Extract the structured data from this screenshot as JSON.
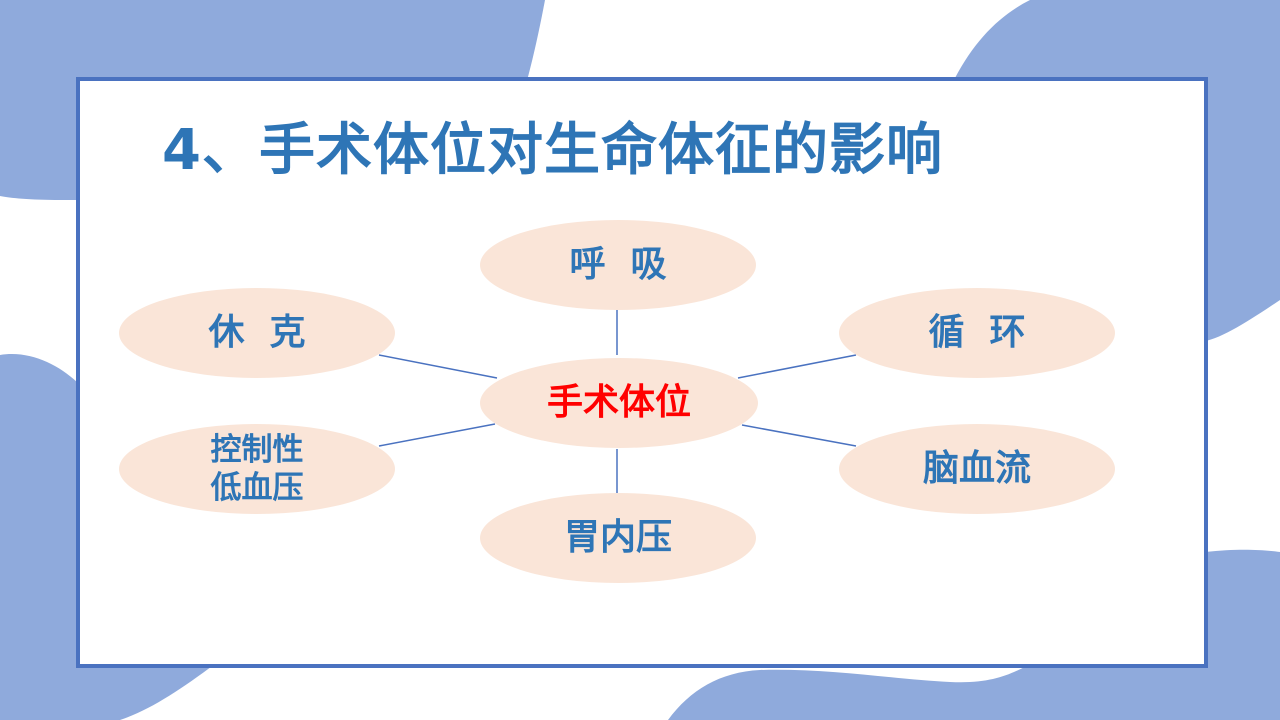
{
  "slide": {
    "title": "4、手术体位对生命体征的影响",
    "colors": {
      "title": "#2e75b6",
      "node_text": "#2e75b6",
      "center_text": "#ff0000",
      "node_fill": "#fae5d8",
      "frame_border": "#4a72c0",
      "blob": "#8faadc",
      "connector": "#4a72c0"
    }
  },
  "diagram": {
    "center": {
      "label": "手术体位"
    },
    "nodes": [
      {
        "id": "top",
        "label": "呼  吸"
      },
      {
        "id": "left-upper",
        "label": "休  克"
      },
      {
        "id": "right-upper",
        "label": "循  环"
      },
      {
        "id": "left-lower",
        "label": "控制性\n低血压"
      },
      {
        "id": "right-lower",
        "label": "脑血流"
      },
      {
        "id": "bottom",
        "label": "胃内压"
      }
    ]
  }
}
